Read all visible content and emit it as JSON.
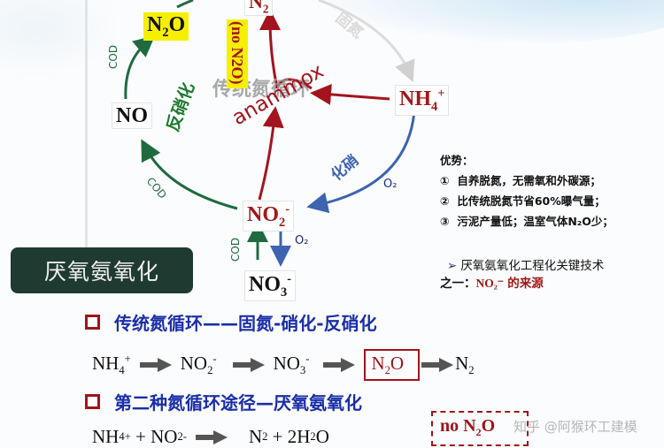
{
  "diagram": {
    "nodes": {
      "n2_top": {
        "base": "N",
        "sub": "2",
        "sup": ""
      },
      "n2o": {
        "base": "N",
        "sub": "2",
        "tail": "O"
      },
      "no": {
        "label": "NO"
      },
      "nh4": {
        "base": "NH",
        "sub": "4",
        "sup": "+"
      },
      "no2": {
        "base": "NO",
        "sub": "2",
        "sup": "-"
      },
      "no3": {
        "base": "NO",
        "sub": "3",
        "sup": "-"
      },
      "no_n2o_vertical": "(no N2O)"
    },
    "labels": {
      "cod_upper": "COD",
      "cod_lower": "COD",
      "cod_vertical": "COD",
      "o2_right": "O2",
      "o2_vertical": "O2",
      "denitrification": "反硝化",
      "nitrification": "化硝",
      "fixation": "固氮",
      "anammox": "anammox",
      "center_watermark": "传统氮循环"
    },
    "colors": {
      "green": "#1f6b3f",
      "blue": "#3c64b0",
      "red": "#a3141e",
      "grey": "#d8d8d8",
      "highlight": "#f6f000"
    }
  },
  "badge": {
    "label": "厌氧氨氧化"
  },
  "advantages": {
    "title": "优势：",
    "items": [
      {
        "num": "①",
        "text": "自养脱氮，无需氧和外碳源；"
      },
      {
        "num": "②",
        "text": "比传统脱氮节省60%曝气量；"
      },
      {
        "num": "③",
        "text": "污泥产量低；温室气体N₂O少；"
      }
    ]
  },
  "key_tech": {
    "bullet": "➢",
    "line1": "厌氧氨氧化工程化关键技术",
    "line2_prefix": "之一：",
    "line2_chem": "NO₂⁻",
    "line2_suffix": "的来源"
  },
  "sections": [
    {
      "title": "传统氮循环——固氮-硝化-反硝化"
    },
    {
      "title": "第二种氮循环途径—厌氧氨氧化"
    }
  ],
  "equation1": {
    "t1": "NH",
    "t1sub": "4",
    "t1sup": "+",
    "t2": "NO",
    "t2sub": "2",
    "t2sup": "-",
    "t3": "NO",
    "t3sub": "3",
    "t3sup": "-",
    "t4": "N",
    "t4sub": "2",
    "t4tail": "O",
    "t5": "N",
    "t5sub": "2"
  },
  "equation2": {
    "text_a": "NH",
    "a_sub": "4",
    "a_sup": "+",
    "plus": " + ",
    "text_b": "NO",
    "b_sub": "2",
    "b_sup": "-",
    "text_c": "N",
    "c_sub": "2",
    "plus2": " + 2H",
    "d_sub": "2",
    "tail": "O"
  },
  "no_n2o_box": {
    "text": "no N",
    "sub": "2",
    "tail": "O"
  },
  "watermark": "知乎 @阿猴环工建模"
}
